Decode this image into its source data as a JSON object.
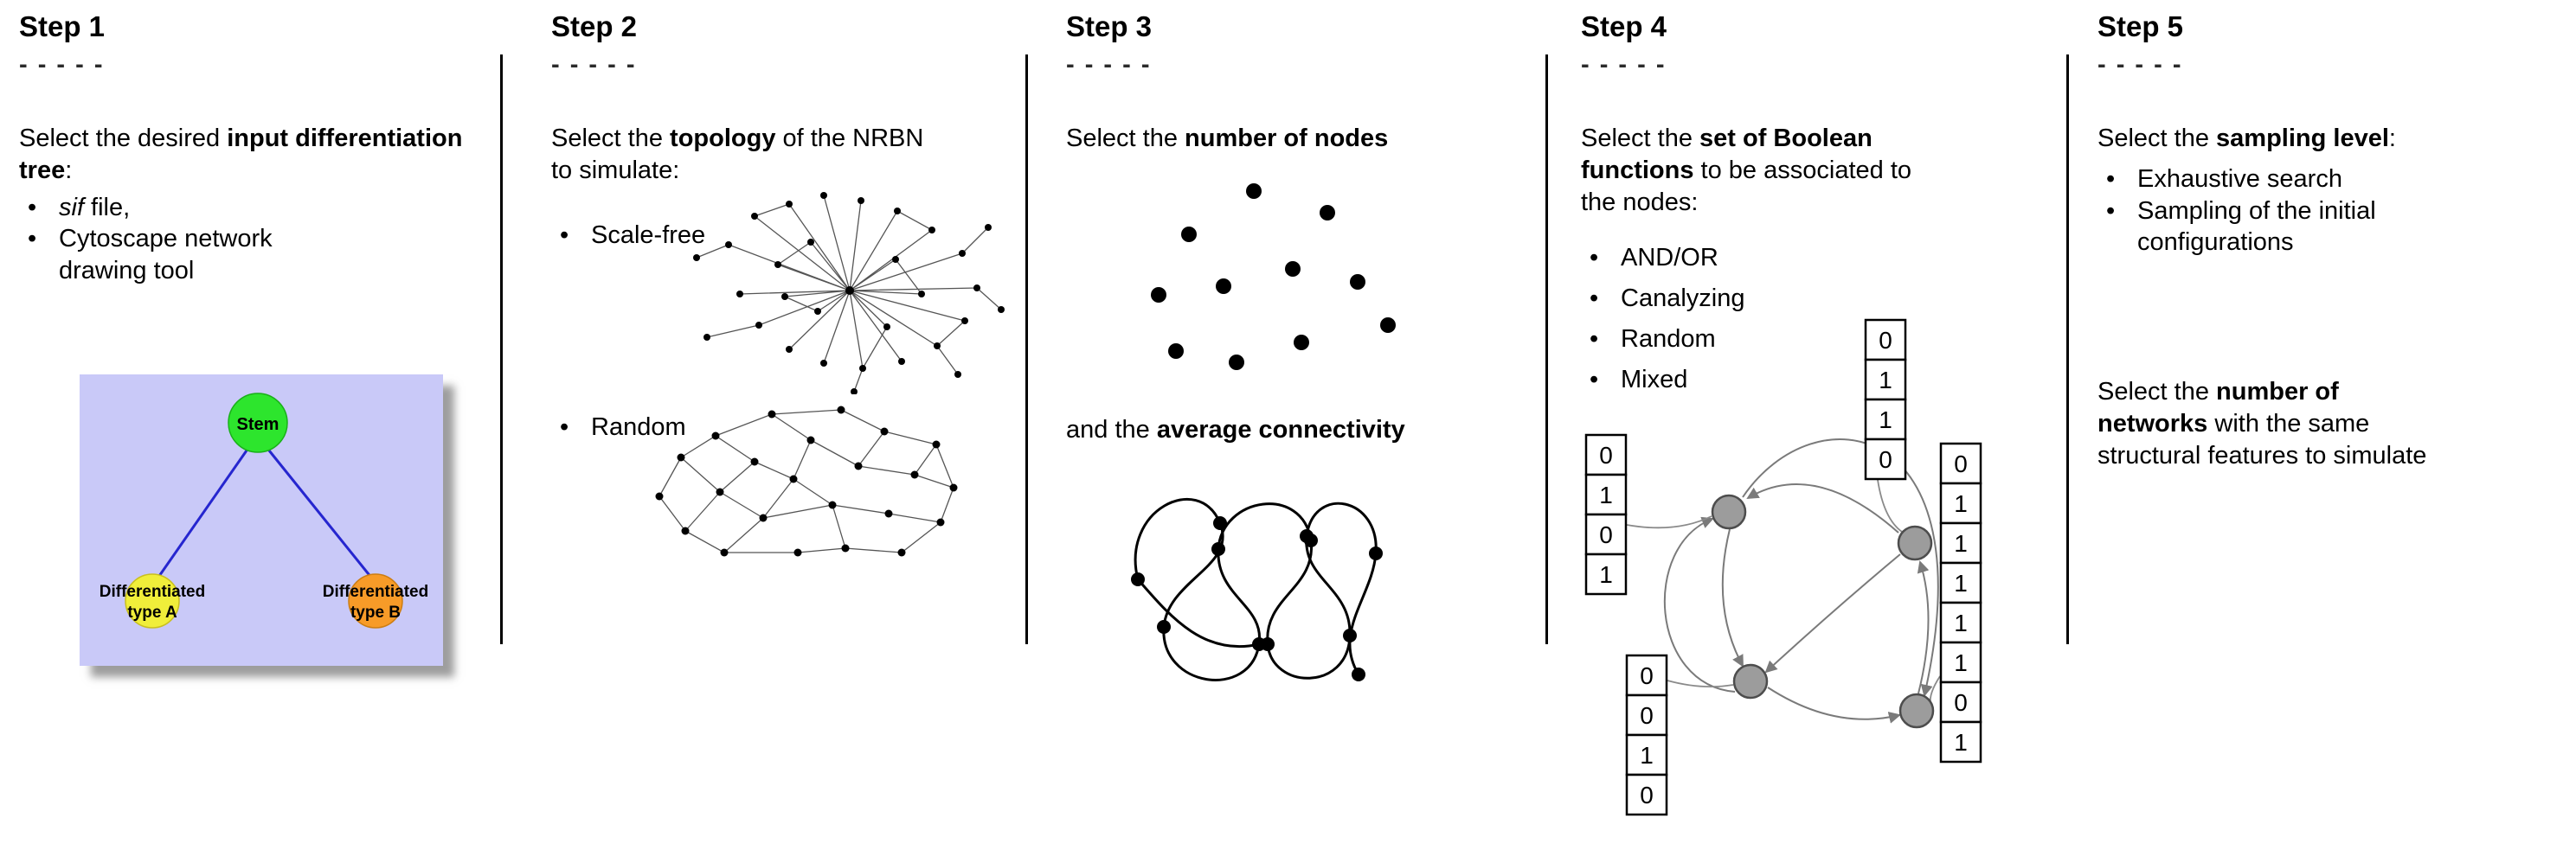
{
  "ui": {
    "bullet": "•"
  },
  "steps": [
    {
      "title": "Step 1",
      "dashes": "- - - - -",
      "intro": [
        {
          "t": "Select the desired "
        },
        {
          "t": "input differentiation tree",
          "b": true
        },
        {
          "t": ":"
        }
      ],
      "bullets": [
        {
          "parts": [
            {
              "t": "sif",
              "i": true
            },
            {
              "t": " file,"
            }
          ]
        },
        {
          "parts": [
            {
              "t": "Cytoscape network drawing tool"
            }
          ]
        }
      ],
      "tree": {
        "stem_label": "Stem",
        "type_a_line1": "Differentiated",
        "type_a_line2": "type A",
        "type_b_line1": "Differentiated",
        "type_b_line2": "type B",
        "colors": {
          "background": "#c9c9f8",
          "stem": "#2de52d",
          "type_a": "#f0ee3a",
          "type_b": "#f79b28",
          "edge": "#2626cf"
        }
      }
    },
    {
      "title": "Step 2",
      "dashes": "- - - - -",
      "intro": [
        {
          "t": "Select the "
        },
        {
          "t": "topology",
          "b": true
        },
        {
          "t": " of the NRBN to simulate:"
        }
      ],
      "bullets": [
        {
          "label": "Scale-free"
        },
        {
          "label": "Random"
        }
      ]
    },
    {
      "title": "Step 3",
      "dashes": "- - - - -",
      "intro": [
        {
          "t": "Select the "
        },
        {
          "t": "number of nodes",
          "b": true
        }
      ],
      "second": [
        {
          "t": "and the "
        },
        {
          "t": "average connectivity",
          "b": true
        }
      ]
    },
    {
      "title": "Step 4",
      "dashes": "- - - - -",
      "intro": [
        {
          "t": "Select the "
        },
        {
          "t": "set of Boolean functions",
          "b": true
        },
        {
          "t": " to be associated to the nodes:"
        }
      ],
      "bullets": [
        {
          "label": "AND/OR"
        },
        {
          "label": "Canalyzing"
        },
        {
          "label": "Random"
        },
        {
          "label": "Mixed"
        }
      ],
      "truth_tables": {
        "left": [
          "0",
          "1",
          "0",
          "1"
        ],
        "top": [
          "0",
          "1",
          "1",
          "0"
        ],
        "bottom_left": [
          "0",
          "0",
          "1",
          "0"
        ],
        "right": [
          "0",
          "1",
          "1",
          "1",
          "1",
          "1",
          "0",
          "1"
        ]
      }
    },
    {
      "title": "Step 5",
      "dashes": "- - - - -",
      "intro": [
        {
          "t": "Select the "
        },
        {
          "t": "sampling level",
          "b": true
        },
        {
          "t": ":"
        }
      ],
      "bullets": [
        {
          "label": "Exhaustive search"
        },
        {
          "label": "Sampling of the initial configurations"
        }
      ],
      "second": [
        {
          "t": "Select the "
        },
        {
          "t": "number of networks",
          "b": true
        },
        {
          "t": " with the same structural features to simulate"
        }
      ]
    }
  ]
}
